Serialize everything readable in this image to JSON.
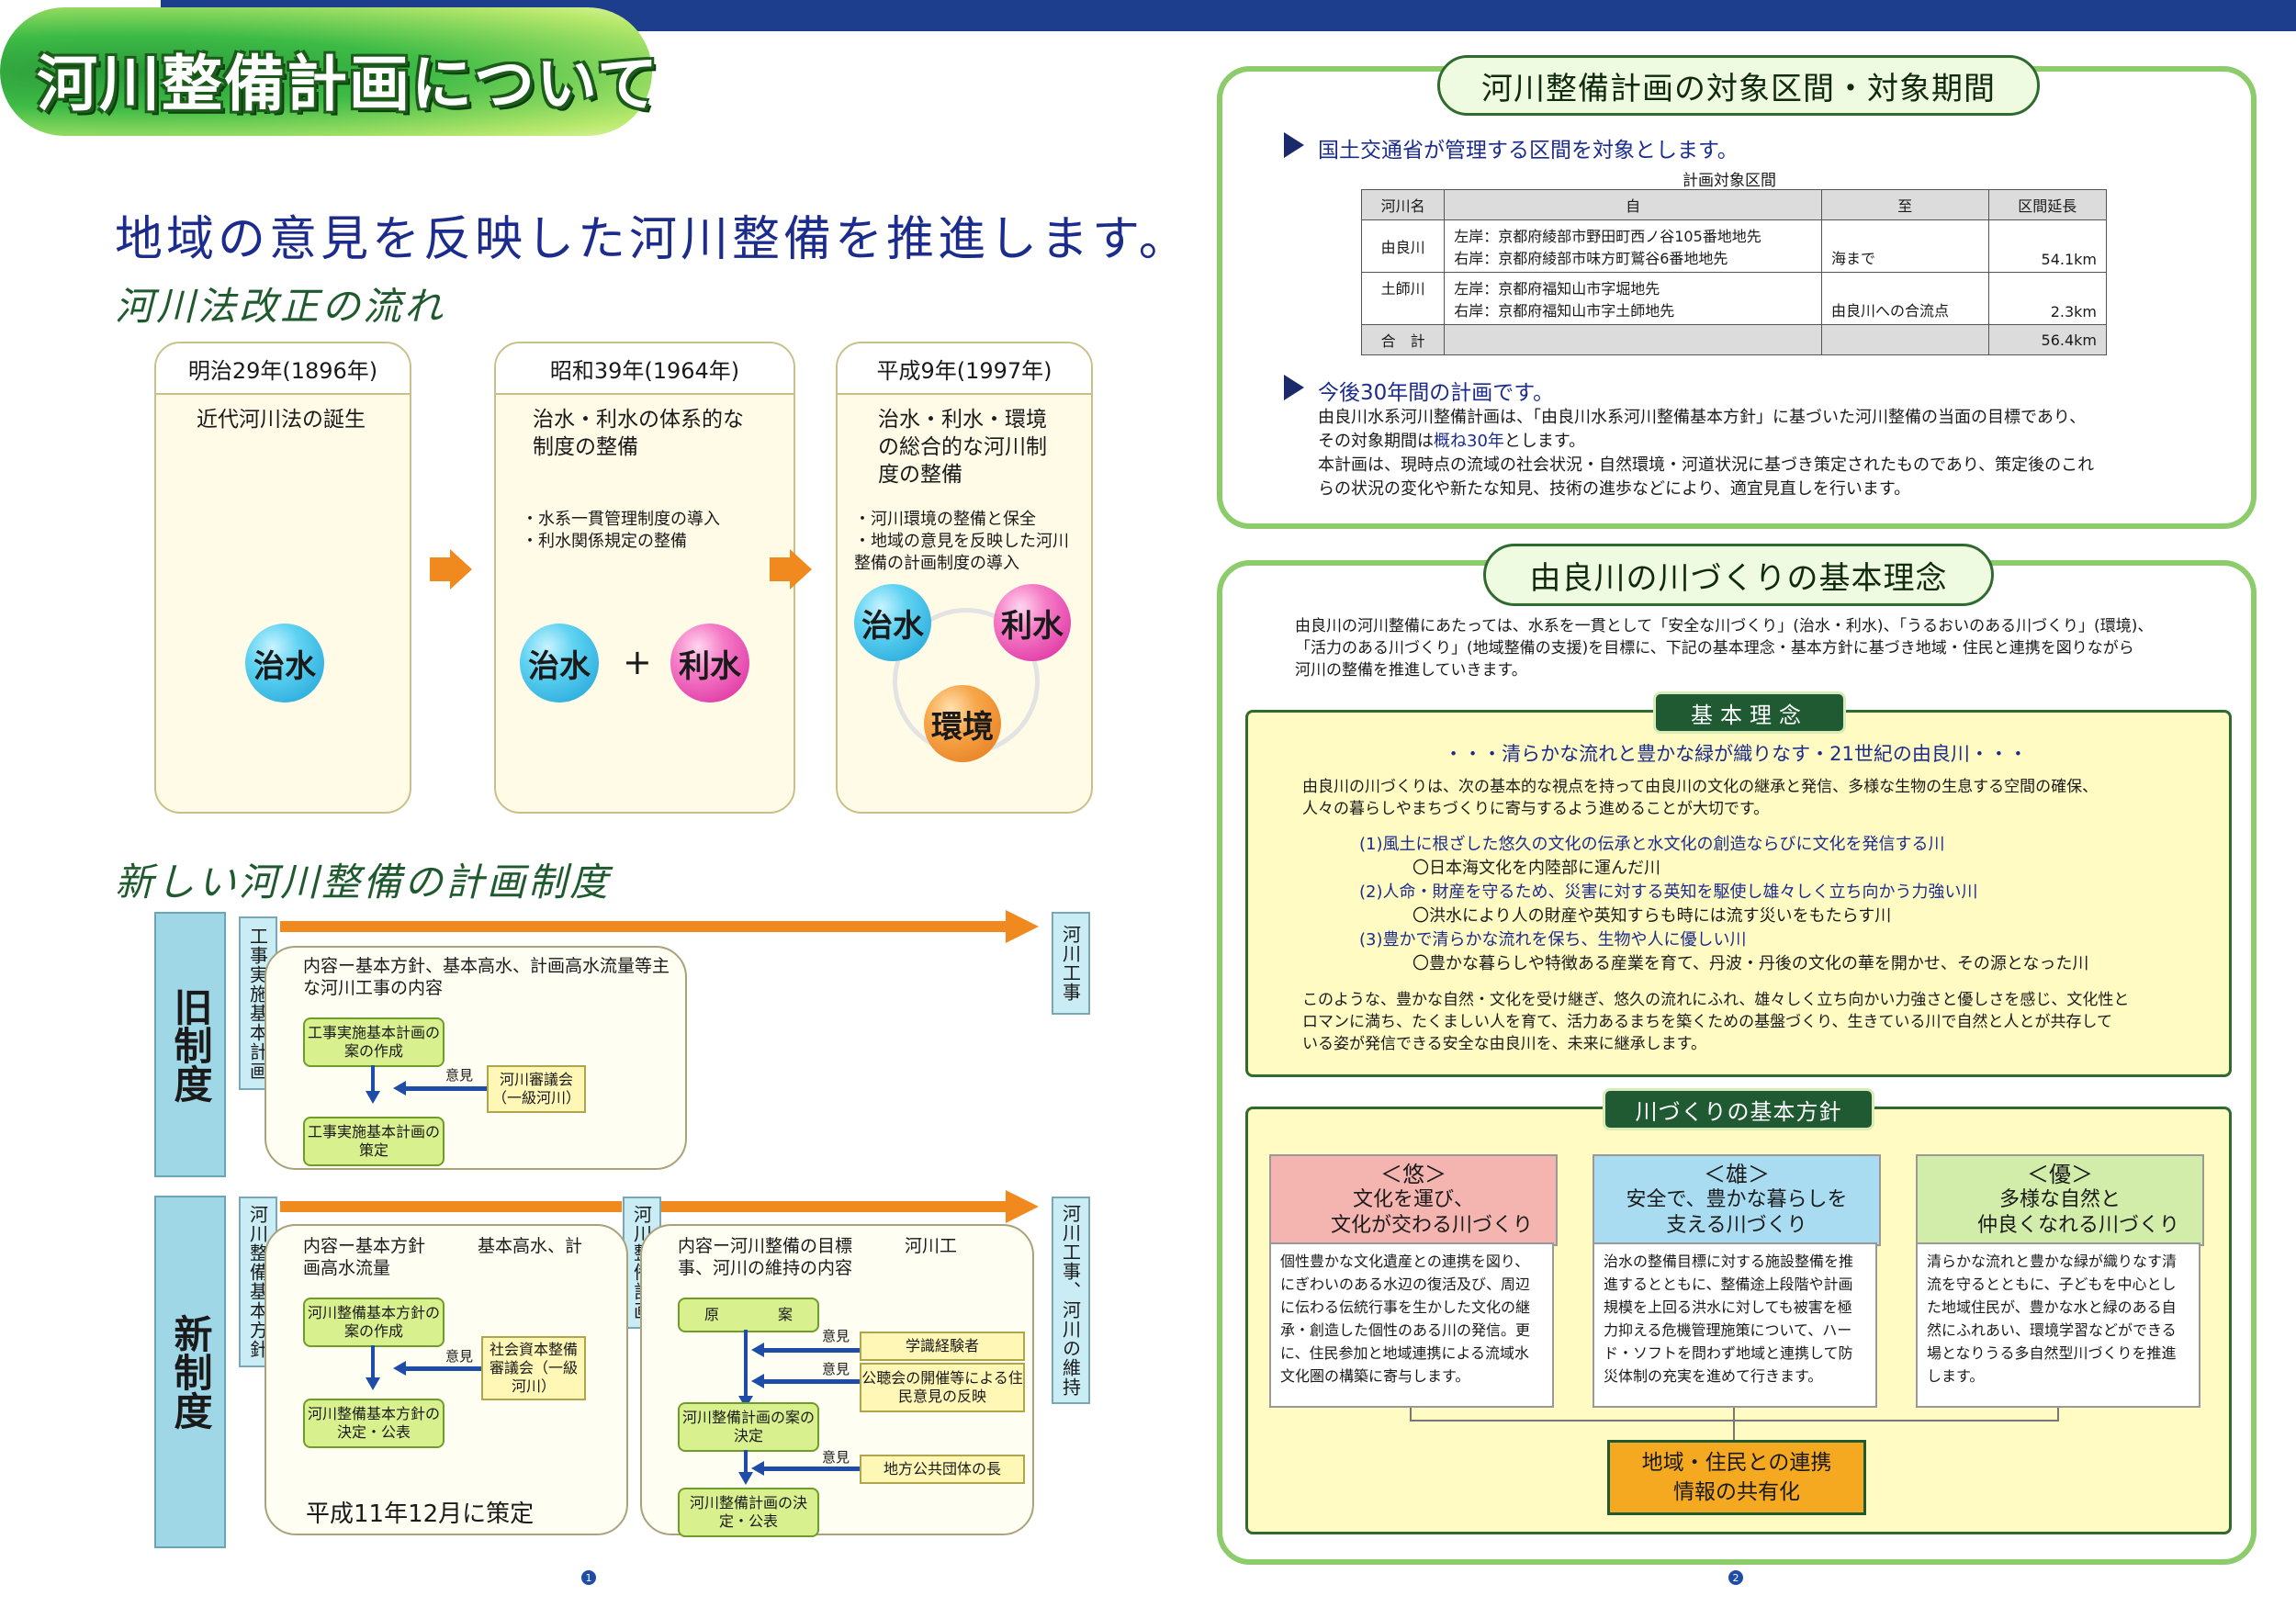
{
  "page": {
    "title": "河川整備計画について",
    "headline": "地域の意見を反映した河川整備を推進します。"
  },
  "history": {
    "heading": "河川法改正の流れ",
    "eras": [
      {
        "year": "明治29年(1896年)",
        "main": "近代河川法の誕生",
        "subs": [],
        "balls": [
          "治水"
        ]
      },
      {
        "year": "昭和39年(1964年)",
        "main": "治水・利水の体系的な制度の整備",
        "subs": [
          "・水系一貫管理制度の導入",
          "・利水関係規定の整備"
        ],
        "balls": [
          "治水",
          "利水"
        ],
        "plus": "+"
      },
      {
        "year": "平成9年(1997年)",
        "main": "治水・利水・環境の総合的な河川制度の整備",
        "subs": [
          "・河川環境の整備と保全",
          "・地域の意見を反映した河川整備の計画制度の導入"
        ],
        "balls": [
          "治水",
          "利水",
          "環境"
        ]
      }
    ]
  },
  "new_system": {
    "heading": "新しい河川整備の計画制度",
    "old": {
      "label": "旧制度",
      "plan_label": "工事実施基本計画",
      "end_label": "河川工事",
      "content": "内容ー基本方針、基本高水、計画高水流量等主な河川工事の内容",
      "step1": "工事実施基本計画の案の作成",
      "step2": "工事実施基本計画の策定",
      "opinion": "意見",
      "council": "河川審議会（一級河川）"
    },
    "new": {
      "label": "新制度",
      "plan_label_1": "河川整備基本方針",
      "plan_label_2": "河川整備計画",
      "end_label": "河川工事、河川の維持",
      "content_1": "内容ー基本方針　　　基本高水、計画高水流量",
      "content_2": "内容ー河川整備の目標　　　河川工事、河川の維持の内容",
      "step1a": "河川整備基本方針の案の作成",
      "step1b": "河川整備基本方針の決定・公表",
      "council": "社会資本整備審議会（一級河川）",
      "draft": "原　　　　案",
      "experts": "学識経験者",
      "hearing": "公聴会の開催等による住民意見の反映",
      "step2a": "河川整備計画の案の決定",
      "head": "地方公共団体の長",
      "step2b": "河川整備計画の決定・公表",
      "opinion": "意見",
      "enacted": "平成11年12月に策定"
    }
  },
  "target": {
    "heading": "河川整備計画の対象区間・対象期間",
    "bullet1": "国土交通省が管理する区間を対象とします。",
    "table_caption": "計画対象区間",
    "table_headers": [
      "河川名",
      "自",
      "至",
      "区間延長"
    ],
    "rows": [
      {
        "name": "由良川",
        "from": [
          "左岸：京都府綾部市野田町西ノ谷105番地地先",
          "右岸：京都府綾部市味方町鷲谷6番地地先"
        ],
        "to": "海まで",
        "length": "54.1km"
      },
      {
        "name": "土師川",
        "from": [
          "左岸：京都府福知山市字堀地先",
          "右岸：京都府福知山市字土師地先"
        ],
        "to": "由良川への合流点",
        "length": "2.3km"
      }
    ],
    "total_label": "合　計",
    "total": "56.4km",
    "bullet2": "今後30年間の計画です。",
    "text1": "由良川水系河川整備計画は、「由良川水系河川整備基本方針」に基づいた河川整備の当面の目標であり、",
    "text2a": "その対象期間は",
    "text2b": "概ね30年",
    "text2c": "とします。",
    "text3": "本計画は、現時点の流域の社会状況・自然環境・河道状況に基づき策定されたものであり、策定後のこれ",
    "text4": "らの状況の変化や新たな知見、技術の進歩などにより、適宜見直しを行います。"
  },
  "concept": {
    "heading": "由良川の川づくりの基本理念",
    "intro": [
      "由良川の河川整備にあたっては、水系を一貫として「安全な川づくり」(治水・利水)、「うるおいのある川づくり」(環境)、",
      "「活力のある川づくり」(地域整備の支援)を目標に、下記の基本理念・基本方針に基づき地域・住民と連携を図りながら",
      "河川の整備を推進していきます。"
    ],
    "tab": "基本理念",
    "slogan": "・・・清らかな流れと豊かな緑が織りなす・21世紀の由良川・・・",
    "para1": [
      "由良川の川づくりは、次の基本的な視点を持って由良川の文化の継承と発信、多様な生物の生息する空間の確保、",
      "人々の暮らしやまちづくりに寄与するよう進めることが大切です。"
    ],
    "points": [
      {
        "title": "(1)風土に根ざした悠久の文化の伝承と水文化の創造ならびに文化を発信する川",
        "sub": "〇日本海文化を内陸部に運んだ川"
      },
      {
        "title": "(2)人命・財産を守るため、災害に対する英知を駆使し雄々しく立ち向かう力強い川",
        "sub": "〇洪水により人の財産や英知すらも時には流す災いをもたらす川"
      },
      {
        "title": "(3)豊かで清らかな流れを保ち、生物や人に優しい川",
        "sub": "〇豊かな暮らしや特徴ある産業を育て、丹波・丹後の文化の華を開かせ、その源となった川"
      }
    ],
    "para2": [
      "このような、豊かな自然・文化を受け継ぎ、悠久の流れにふれ、雄々しく立ち向かい力強さと優しさを感じ、文化性と",
      "ロマンに満ち、たくましい人を育て、活力あるまちを築くための基盤づくり、生きている川で自然と人とが共存して",
      "いる姿が発信できる安全な由良川を、未来に継承します。"
    ]
  },
  "policy": {
    "tab": "川づくりの基本方針",
    "items": [
      {
        "title": "＜悠＞",
        "line1": "文化を運び、",
        "line2": "文化が交わる川づくり",
        "color": "#f4b4b0",
        "body": "個性豊かな文化遺産との連携を図り、にぎわいのある水辺の復活及び、周辺に伝わる伝統行事を生かした文化の継承・創造した個性のある川の発信。更に、住民参加と地域連携による流域水文化圏の構築に寄与します。"
      },
      {
        "title": "＜雄＞",
        "line1": "安全で、豊かな暮らしを",
        "line2": "支える川づくり",
        "color": "#a9dcf0",
        "body": "治水の整備目標に対する施設整備を推進するとともに、整備途上段階や計画規模を上回る洪水に対しても被害を極力抑える危機管理施策について、ハード・ソフトを問わず地域と連携して防災体制の充実を進めて行きます。"
      },
      {
        "title": "＜優＞",
        "line1": "多様な自然と",
        "line2": "仲良くなれる川づくり",
        "color": "#d2ecaa",
        "body": "清らかな流れと豊かな緑が織りなす清流を守るとともに、子どもを中心とした地域住民が、豊かな水と緑のある自然にふれあい、環境学習などができる場となりうる多自然型川づくりを推進します。"
      }
    ],
    "cooperation_1": "地域・住民との連携",
    "cooperation_2": "情報の共有化"
  },
  "pages": [
    "1",
    "2"
  ],
  "colors": {
    "navy": "#1c3e8c",
    "green": "#8ccc6a",
    "orange": "#f08a1e",
    "arrow_blue": "#1e4ca6"
  }
}
